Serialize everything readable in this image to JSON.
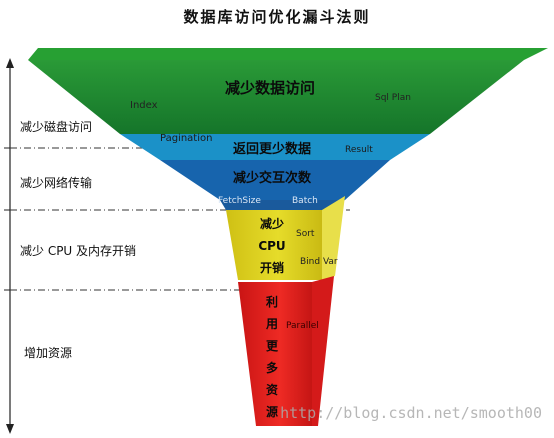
{
  "title": "数据库访问优化漏斗法则",
  "watermark": "http://blog.csdn.net/smooth00",
  "side_labels": [
    {
      "text": "减少磁盘访问"
    },
    {
      "text": "减少网络传输"
    },
    {
      "text": "减少 CPU 及内存开销"
    },
    {
      "text": "增加资源"
    }
  ],
  "layers": [
    {
      "main": "减少数据访问",
      "color": "#1f8a2e",
      "tags": [
        "Index",
        "Sql Plan"
      ]
    },
    {
      "main": "返回更少数据",
      "color": "#1a8fc4",
      "tags": [
        "Pagination",
        "Result"
      ]
    },
    {
      "main": "减少交互次数",
      "color": "#1560a8",
      "tags": [
        "FetchSize",
        "Batch"
      ]
    },
    {
      "main": "减少 CPU 开销",
      "color": "#d8c81a",
      "tags": [
        "Sort",
        "Bind Var"
      ]
    },
    {
      "main": "利用更多资源",
      "color": "#e01b1b",
      "tags": [
        "Parallel"
      ]
    }
  ],
  "main_lines": {
    "cpu": [
      "减少",
      "CPU",
      "开销"
    ],
    "res": [
      "利",
      "用",
      "更",
      "多",
      "资",
      "源"
    ]
  }
}
